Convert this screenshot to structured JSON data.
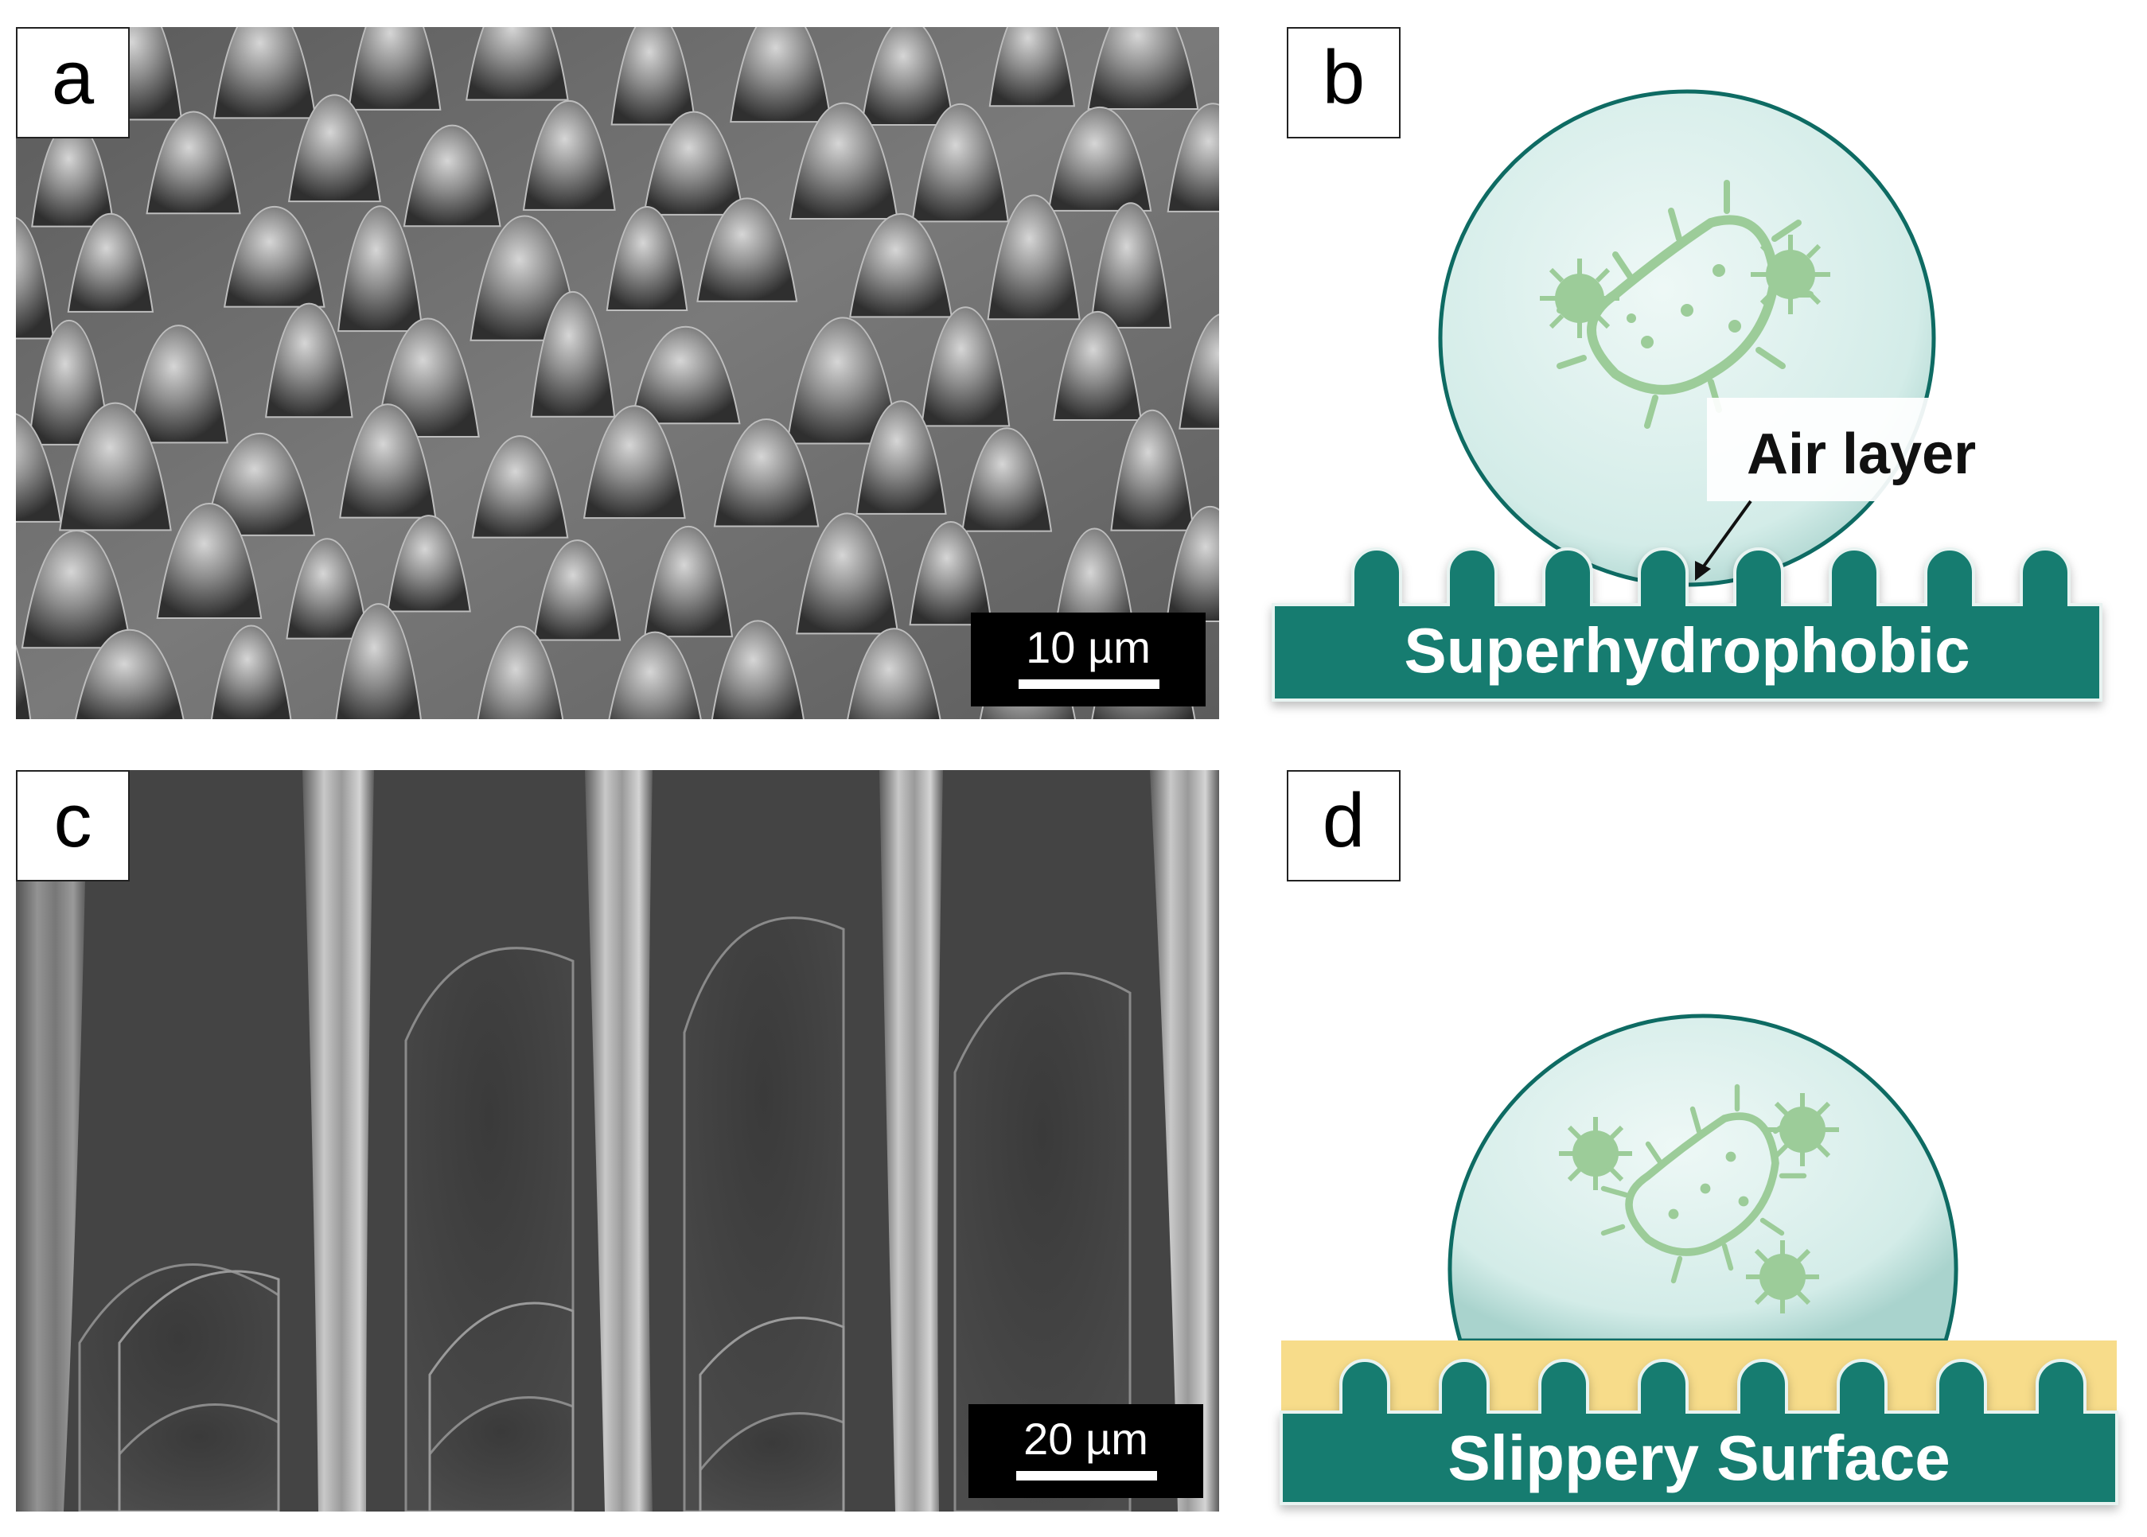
{
  "panels": {
    "a": {
      "label": "a",
      "scale_bar": "10 µm"
    },
    "b": {
      "label": "b",
      "callout": "Air layer",
      "surface": "Superhydrophobic"
    },
    "c": {
      "label": "c",
      "scale_bar": "20 µm"
    },
    "d": {
      "label": "d",
      "surface": "Slippery Surface"
    }
  },
  "colors": {
    "surface_teal": "#127b70",
    "droplet_fill": "#dff2ef",
    "droplet_stroke": "#0e6b63",
    "microbe_green": "#9ccc99",
    "lubricant_yellow": "#f7dc8a"
  },
  "icons": [
    "bacterium-icon",
    "virus-icon"
  ]
}
